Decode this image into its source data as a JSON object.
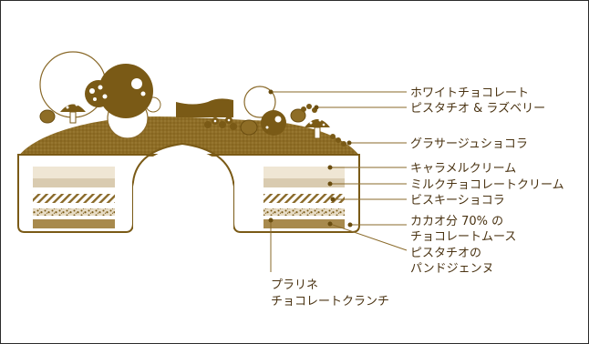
{
  "colors": {
    "brown_dark": "#7a5a16",
    "brown_light": "#d9cbb0",
    "cream": "#efe6d4",
    "line": "#8a6a2a",
    "text": "#4a3312"
  },
  "labels": {
    "white_chocolate": "ホワイトチョコレート",
    "pistachio_raspberry": "ピスタチオ & ラズベリー",
    "glacage": "グラサージュショコラ",
    "caramel_cream": "キャラメルクリーム",
    "milk_chocolate_cream": "ミルクチョコレートクリーム",
    "biscuit_chocolat": "ビスキーショコラ",
    "cacao_mousse_line1": "カカオ分 70% の",
    "cacao_mousse_line2": "チョコレートムース",
    "pain_de_genes_line1": "ピスタチオの",
    "pain_de_genes_line2": "パンドジェンヌ",
    "praline_line1": "プラリネ",
    "praline_line2": "チョコレートクランチ"
  }
}
